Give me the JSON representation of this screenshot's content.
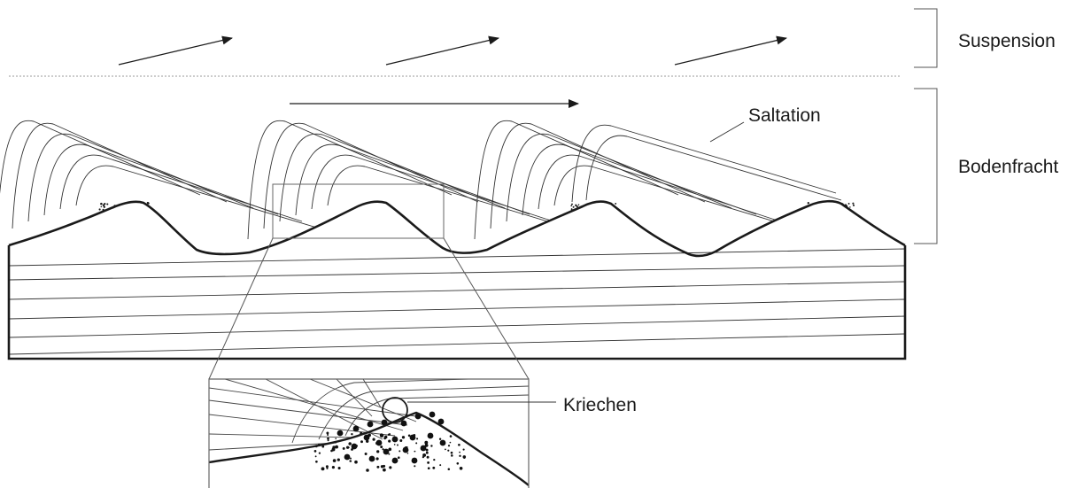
{
  "labels": {
    "suspension": "Suspension",
    "bodenfracht": "Bodenfracht",
    "saltation": "Saltation",
    "kriechen": "Kriechen"
  },
  "colors": {
    "ink": "#1a1a1a",
    "thin_line": "#333333",
    "divider": "#999999"
  }
}
